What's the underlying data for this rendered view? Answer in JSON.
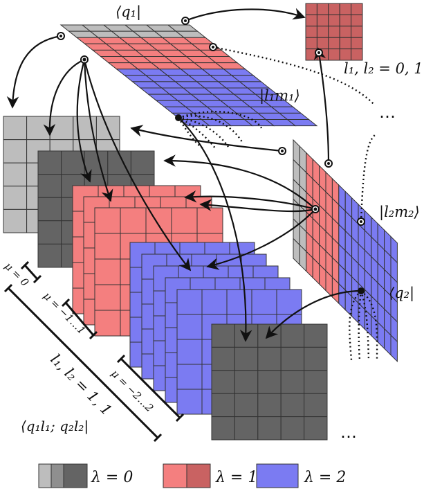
{
  "labels": {
    "bra_q1": "⟨q₁|",
    "ket_l1m1": "|l₁m₁⟩",
    "ket_l2m2": "|l₂m₂⟩",
    "bra_q2": "⟨q₂|",
    "l_cond_top": "l₁, l₂ = 0, 1",
    "l_cond_diag": "l₁, l₂ = 1, 1",
    "braket_combo": "⟨q₁l₁; q₂l₂|",
    "mu_0": "μ = 0",
    "mu_1": "μ = −1…1",
    "mu_2": "μ = −2…2",
    "dots_right": "⋯",
    "dots_bottom": "⋯"
  },
  "legend": {
    "items": [
      {
        "text": "λ = 0",
        "swatches": [
          "#bdbdbd",
          "#8f8f8f",
          "#616161"
        ]
      },
      {
        "text": "λ = 1",
        "swatches": [
          "#f47f7f",
          "#c96262"
        ]
      },
      {
        "text": "λ = 2",
        "swatches": [
          "#7b7bf2"
        ]
      }
    ]
  },
  "colors": {
    "gray_light": "#bdbdbd",
    "gray_mid": "#8f8f8f",
    "gray_dark": "#646464",
    "red": "#f47f7f",
    "red_dark": "#c96262",
    "blue": "#7b7bf2",
    "line": "#222222"
  }
}
